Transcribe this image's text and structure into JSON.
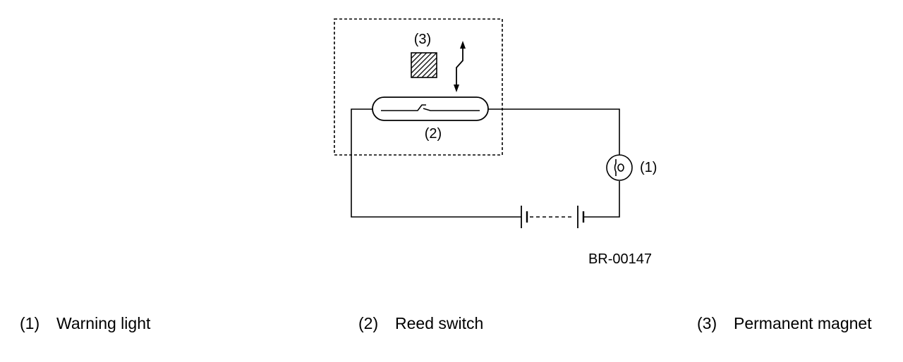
{
  "diagram": {
    "labels": {
      "magnet": "(3)",
      "reed_switch": "(2)",
      "warning_light": "(1)"
    },
    "figure_id": "BR-00147"
  },
  "legend": [
    {
      "num": "(1)",
      "text": "Warning light"
    },
    {
      "num": "(2)",
      "text": "Reed switch"
    },
    {
      "num": "(3)",
      "text": "Permanent magnet"
    }
  ]
}
